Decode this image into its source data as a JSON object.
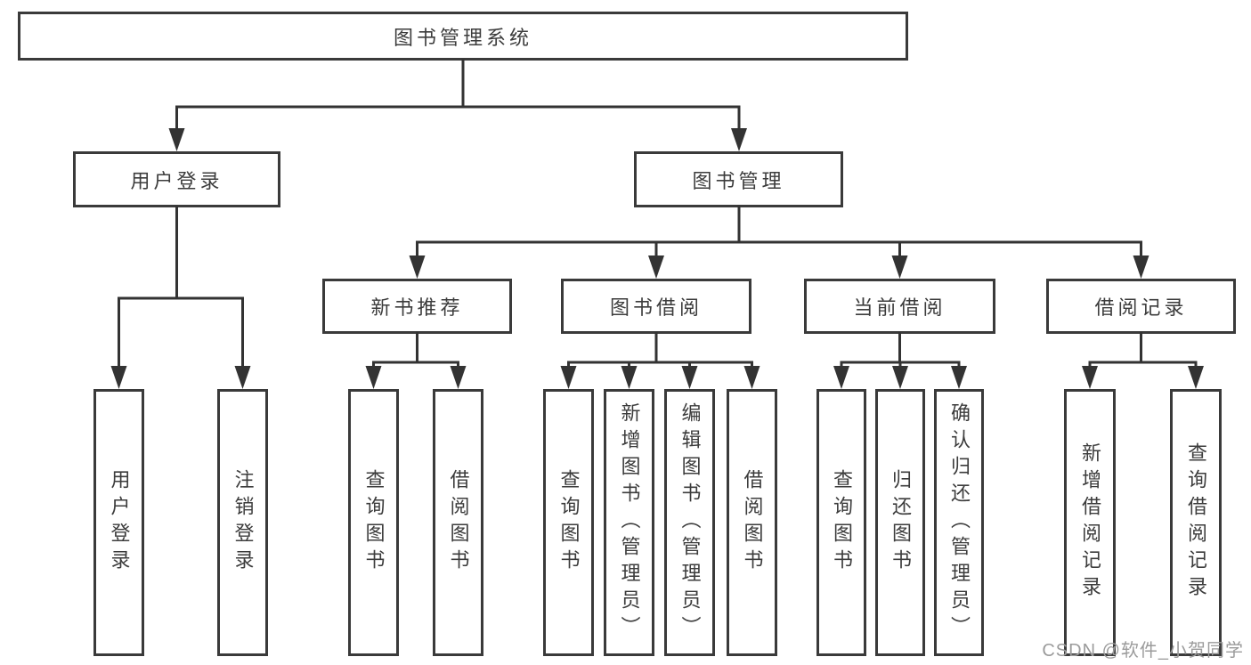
{
  "tree": {
    "label": "图书管理系统",
    "children": [
      {
        "label": "用户登录",
        "children": [
          {
            "label": "用户登录"
          },
          {
            "label": "注销登录"
          }
        ]
      },
      {
        "label": "图书管理",
        "children": [
          {
            "label": "新书推荐",
            "children": [
              {
                "label": "查询图书"
              },
              {
                "label": "借阅图书"
              }
            ]
          },
          {
            "label": "图书借阅",
            "children": [
              {
                "label": "查询图书"
              },
              {
                "label": "新增图书（管理员）"
              },
              {
                "label": "编辑图书（管理员）"
              },
              {
                "label": "借阅图书"
              }
            ]
          },
          {
            "label": "当前借阅",
            "children": [
              {
                "label": "查询图书"
              },
              {
                "label": "归还图书"
              },
              {
                "label": "确认归还（管理员）"
              }
            ]
          },
          {
            "label": "借阅记录",
            "children": [
              {
                "label": "新增借阅记录"
              },
              {
                "label": "查询借阅记录"
              }
            ]
          }
        ]
      }
    ]
  },
  "watermark": "CSDN @软件_小贺同学",
  "colors": {
    "line": "#333333",
    "box_border": "#3a3a3a",
    "text": "#3c3c3c",
    "watermark": "#9b9b9b",
    "background": "#ffffff"
  }
}
